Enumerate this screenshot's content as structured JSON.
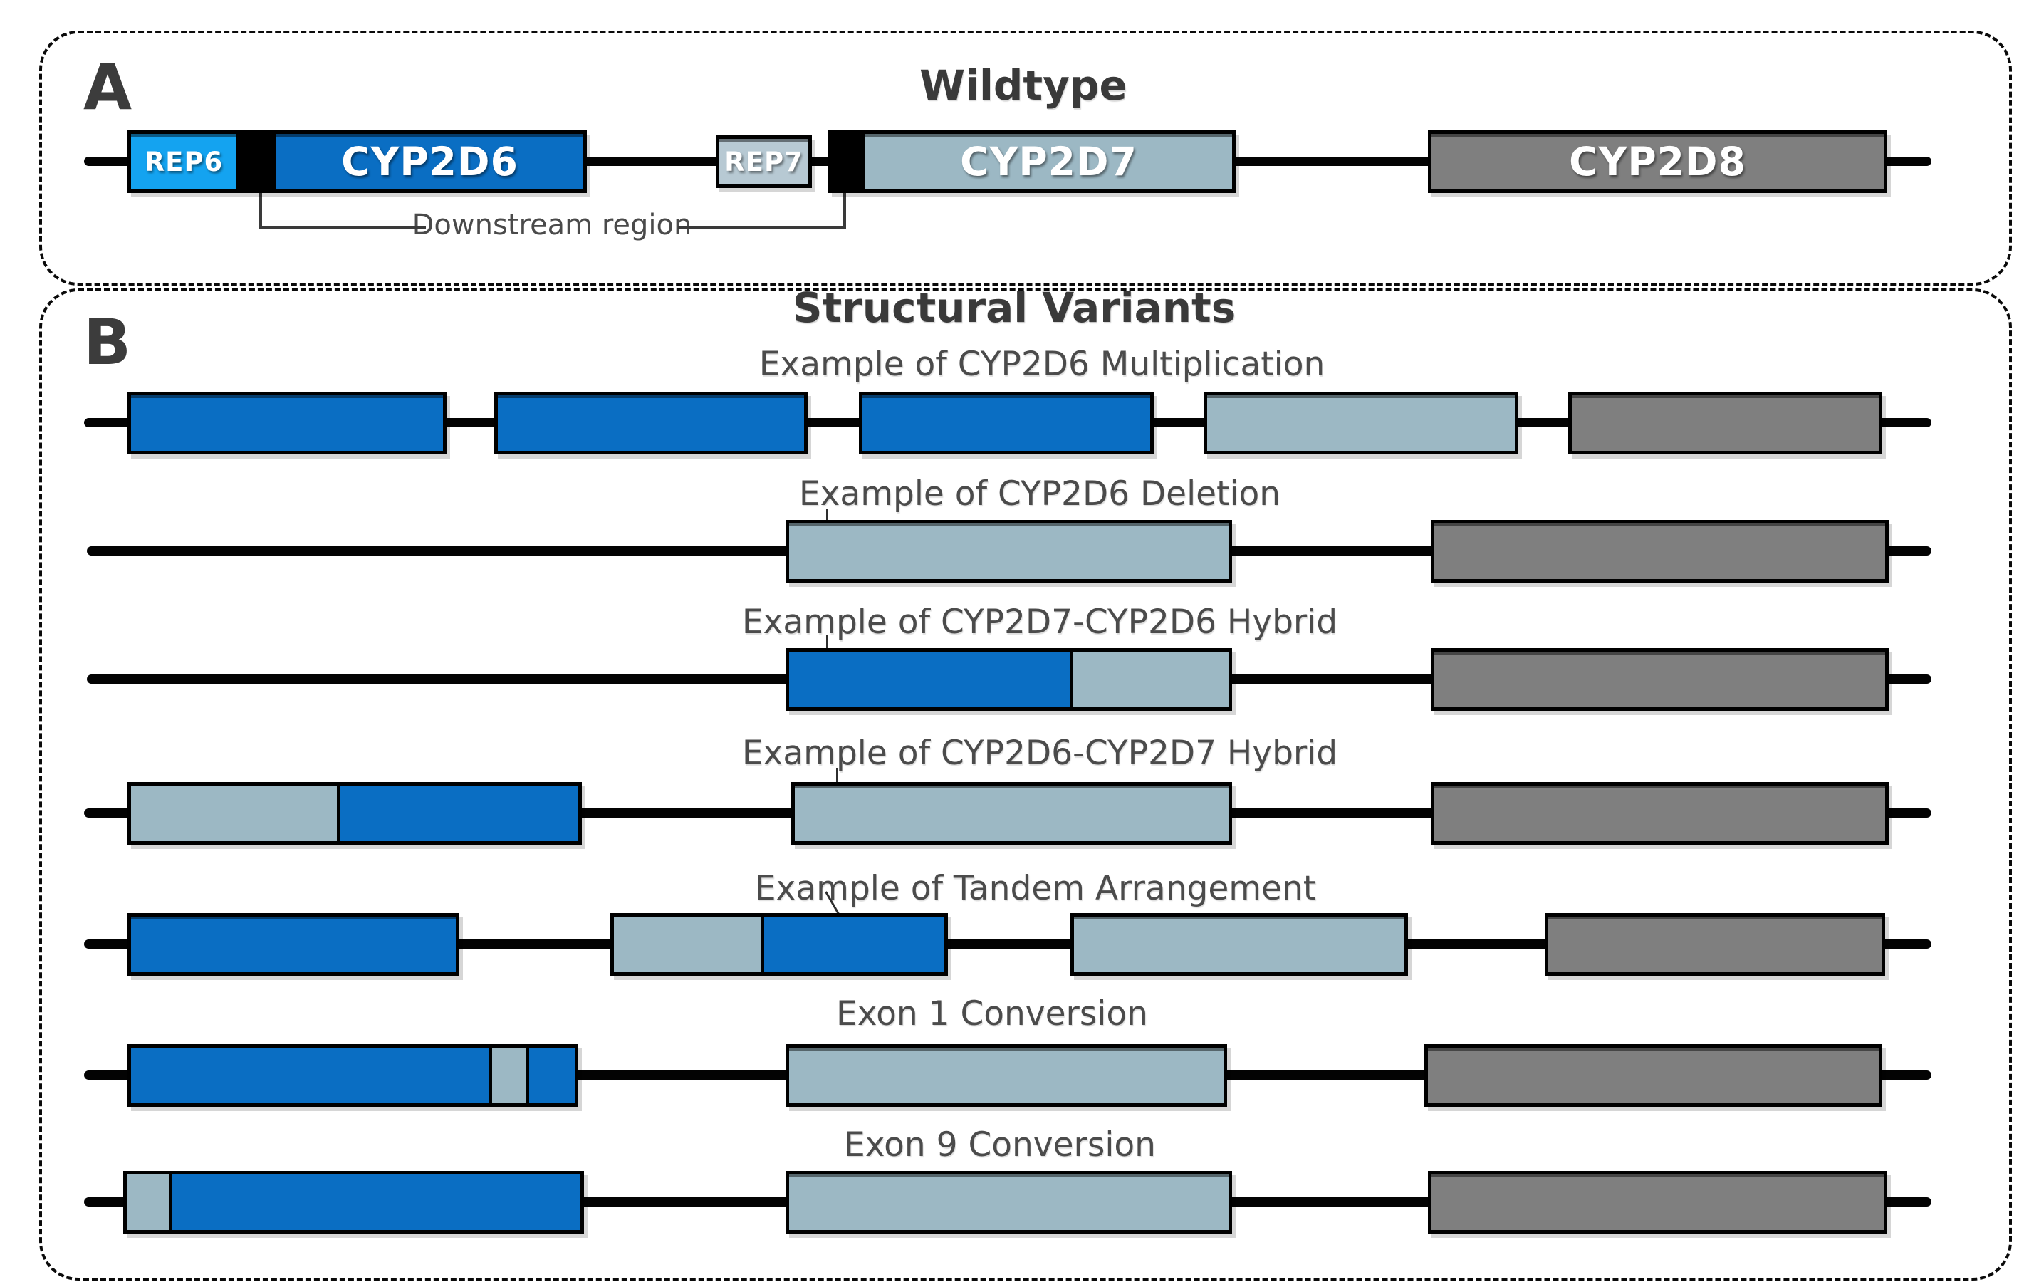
{
  "figure": {
    "panel_a": {
      "panel_label": "A",
      "title": "Wildtype",
      "annotation": "Downstream region",
      "genes": {
        "rep6": "REP6",
        "cyp2d6": "CYP2D6",
        "rep7": "REP7",
        "cyp2d7": "CYP2D7",
        "cyp2d8": "CYP2D8"
      }
    },
    "panel_b": {
      "panel_label": "B",
      "title": "Structural Variants",
      "rows": [
        {
          "label": "Example of CYP2D6 Multiplication"
        },
        {
          "label": "Example of CYP2D6 Deletion"
        },
        {
          "label": "Example of CYP2D7-CYP2D6 Hybrid"
        },
        {
          "label": "Example of CYP2D6-CYP2D7 Hybrid"
        },
        {
          "label": "Example of Tandem Arrangement"
        },
        {
          "label": "Exon 1 Conversion"
        },
        {
          "label": "Exon 9 Conversion"
        }
      ]
    },
    "colors": {
      "cyp2d6_blue": "#0a6ec3",
      "rep6_light_blue": "#14a3f0",
      "cyp2d7_gray_blue": "#9cb8c4",
      "rep7_pale_blue": "#b7c9d3",
      "cyp2d8_gray": "#7f7f7f",
      "spacer_black": "#000000",
      "label_gray": "#4b4b4b"
    }
  }
}
